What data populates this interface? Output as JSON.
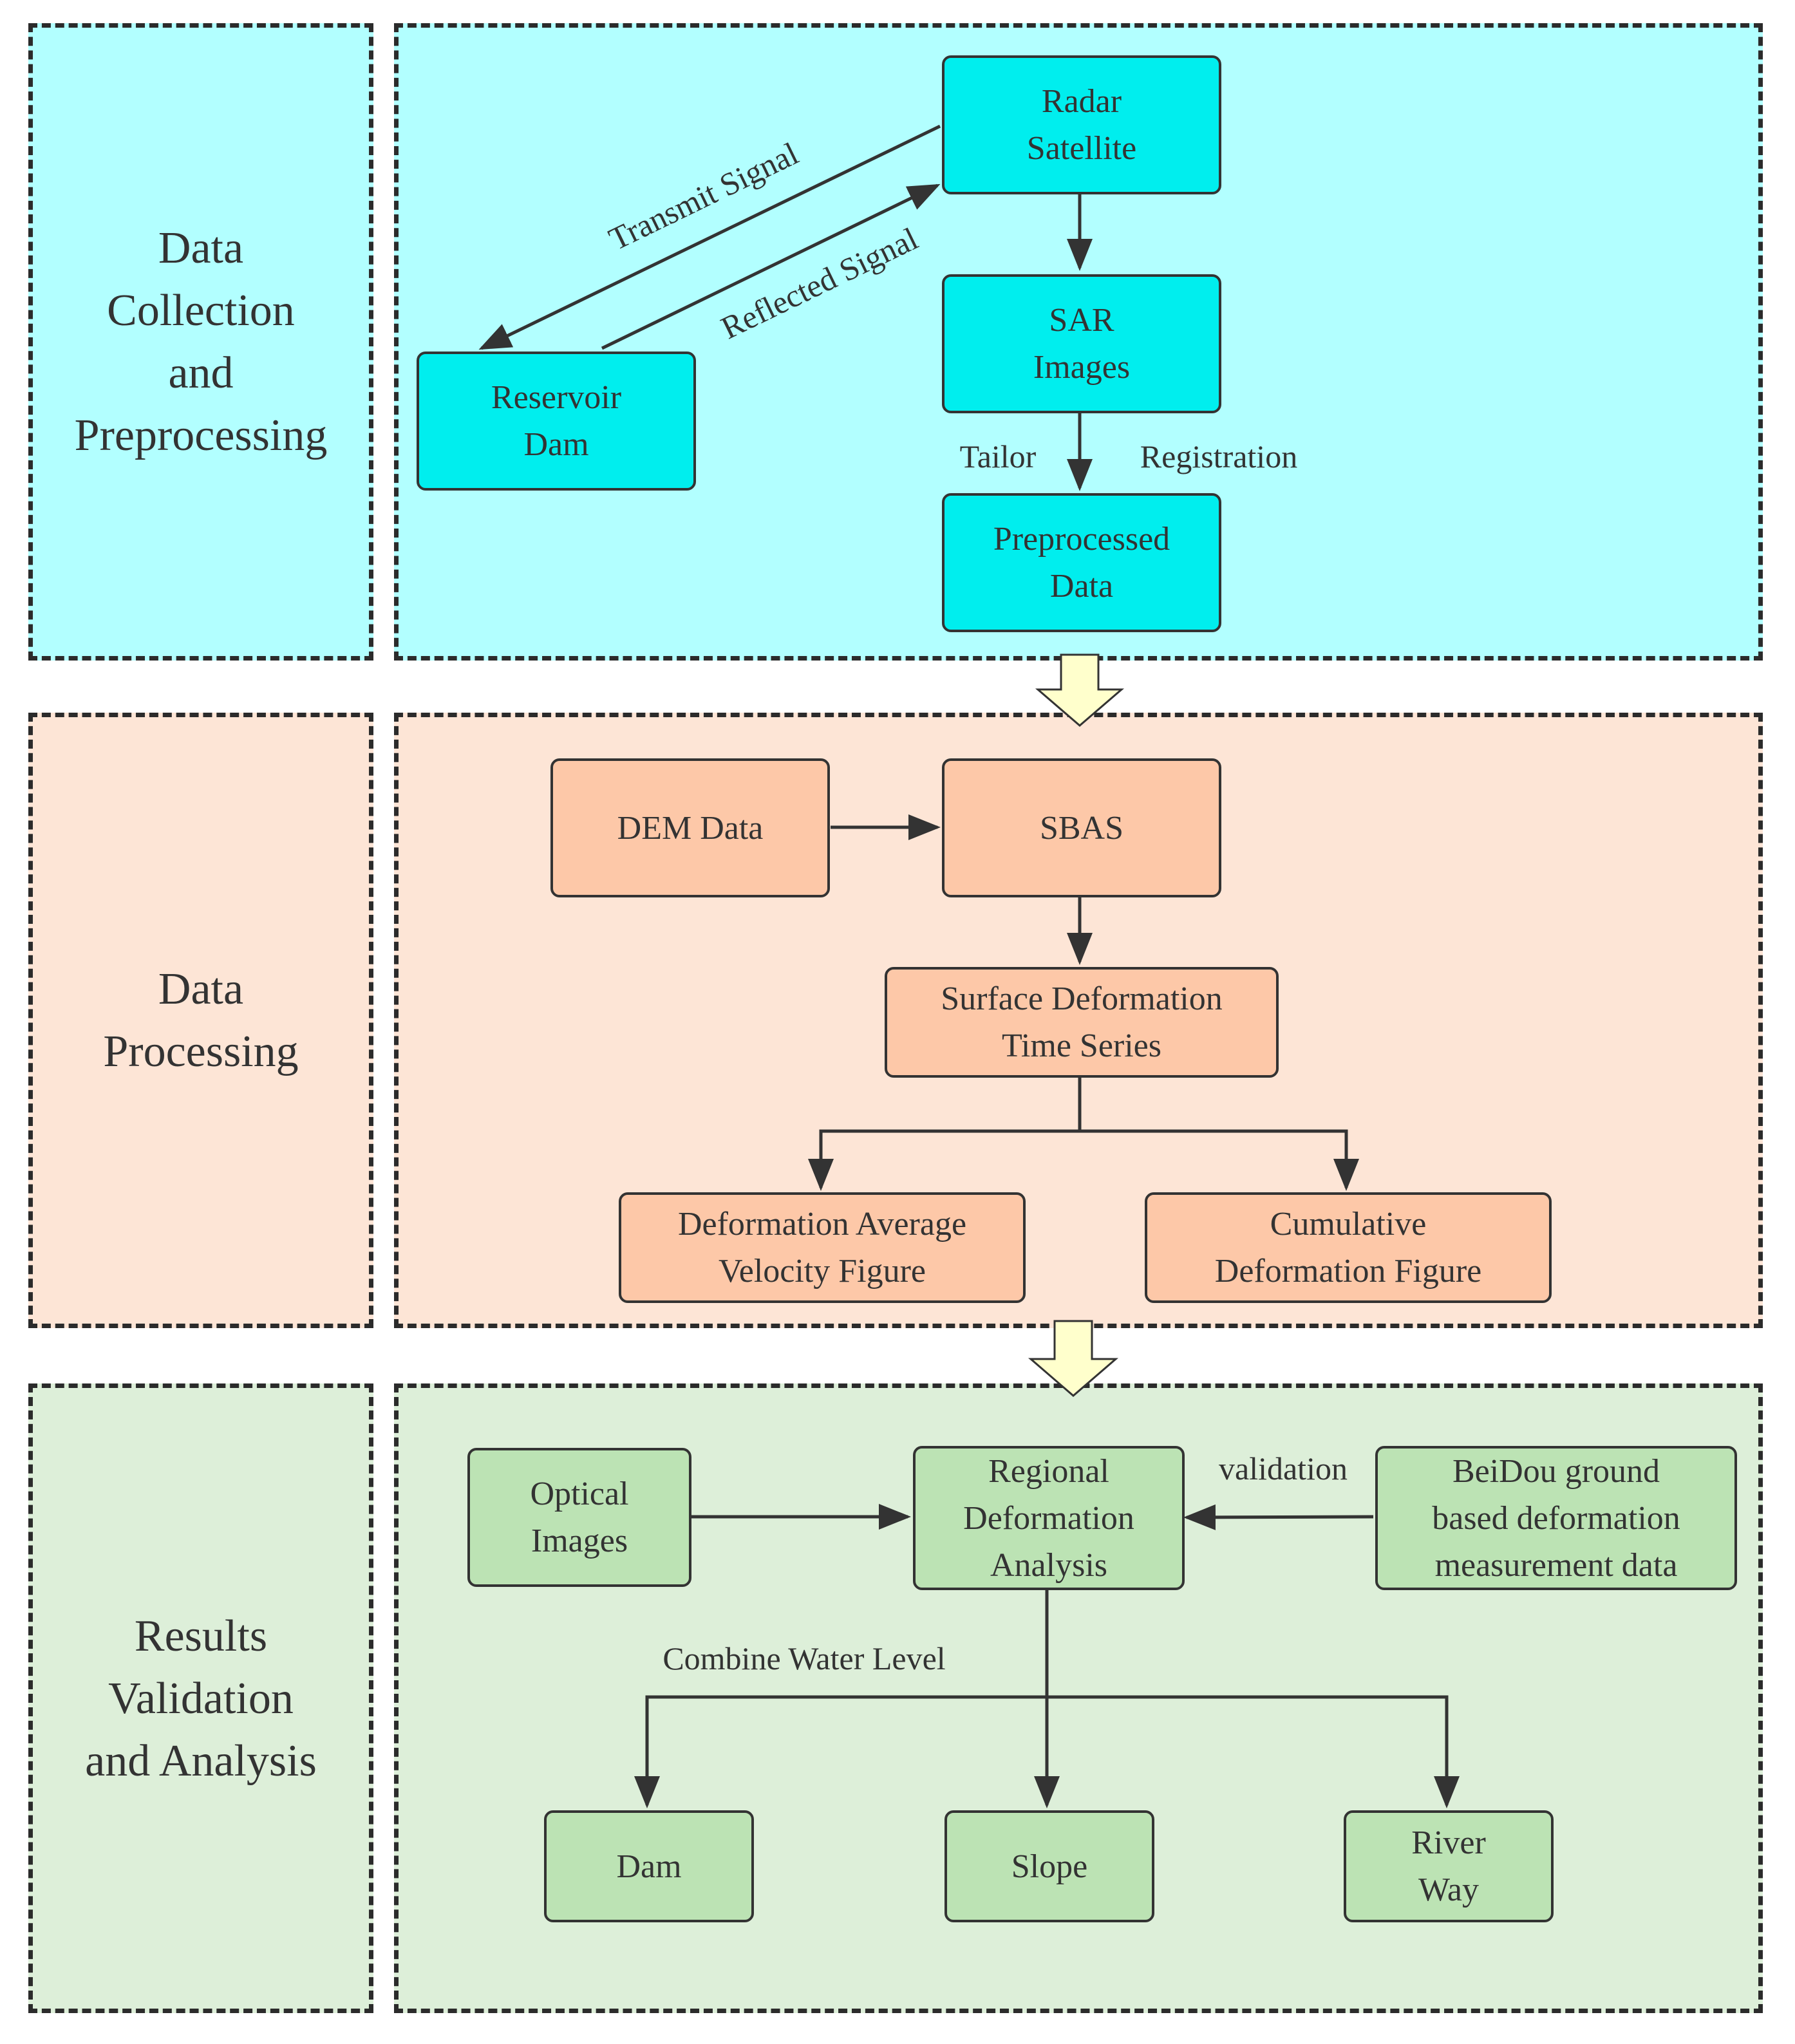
{
  "stages": [
    {
      "id": "collection",
      "label": "Data\nCollection\nand\nPreprocessing"
    },
    {
      "id": "processing",
      "label": "Data\nProcessing"
    },
    {
      "id": "validation",
      "label": "Results\nValidation\nand Analysis"
    }
  ],
  "nodes": {
    "radar_satellite": "Radar\nSatellite",
    "sar_images": "SAR\nImages",
    "preprocessed_data": "Preprocessed\nData",
    "reservoir_dam": "Reservoir\nDam",
    "dem_data": "DEM Data",
    "sbas": "SBAS",
    "surface_deformation_time_series": "Surface Deformation\nTime Series",
    "deformation_average_velocity_figure": "Deformation Average\nVelocity Figure",
    "cumulative_deformation_figure": "Cumulative\nDeformation Figure",
    "optical_images": "Optical\nImages",
    "regional_deformation_analysis": "Regional\nDeformation\nAnalysis",
    "beidou_data": "BeiDou ground\nbased deformation\nmeasurement data",
    "dam": "Dam",
    "slope": "Slope",
    "river_way": "River\nWay"
  },
  "edge_labels": {
    "transmit_signal": "Transmit Signal",
    "reflected_signal": "Reflected Signal",
    "tailor": "Tailor",
    "registration": "Registration",
    "validation": "validation",
    "combine_water_level": "Combine Water Level"
  },
  "colors": {
    "collection_panel": "#b2ffff",
    "collection_node": "#00eeee",
    "processing_panel": "#fde5d6",
    "processing_node": "#fdc8a8",
    "validation_panel": "#ddefd9",
    "validation_node": "#bce3b4",
    "stage_arrow": "#ffffcc",
    "line": "#333333"
  }
}
